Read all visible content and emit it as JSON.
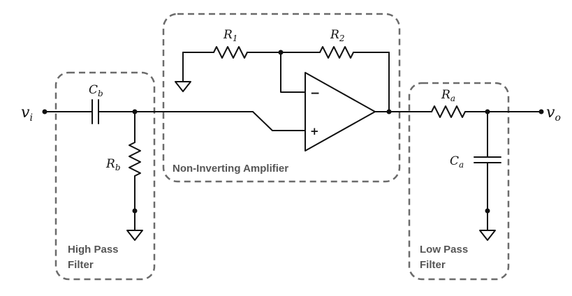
{
  "components": {
    "vi": {
      "main": "v",
      "sub": "i"
    },
    "vo": {
      "main": "v",
      "sub": "o"
    },
    "cb": {
      "main": "C",
      "sub": "b"
    },
    "rb": {
      "main": "R",
      "sub": "b"
    },
    "r1": {
      "main": "R",
      "sub": "1"
    },
    "r2": {
      "main": "R",
      "sub": "2"
    },
    "ra": {
      "main": "R",
      "sub": "a"
    },
    "ca": {
      "main": "C",
      "sub": "a"
    }
  },
  "opamp": {
    "minus": "−",
    "plus": "+"
  },
  "blocks": {
    "high_pass": {
      "line1": "High Pass",
      "line2": "Filter"
    },
    "amplifier": {
      "line1": "Non-Inverting Amplifier"
    },
    "low_pass": {
      "line1": "Low Pass",
      "line2": "Filter"
    }
  }
}
